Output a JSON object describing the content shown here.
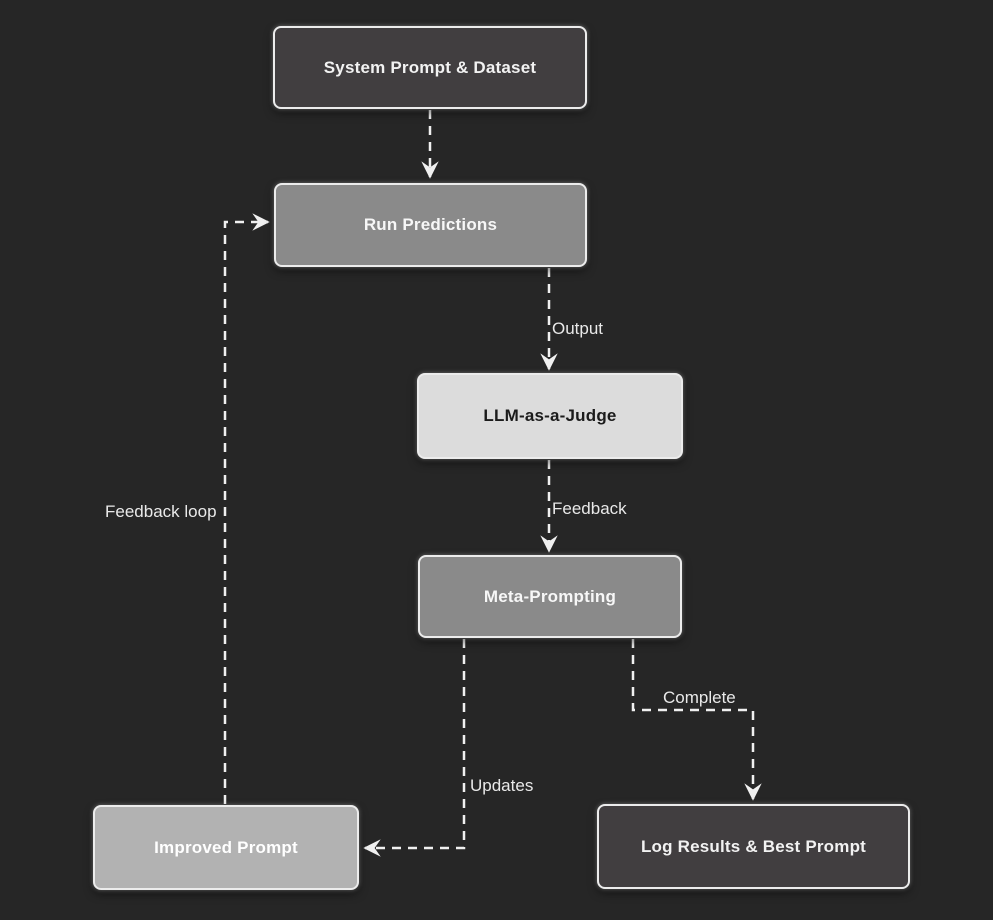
{
  "diagram": {
    "type": "flowchart",
    "background_color": "#262626",
    "edge_color": "#f0f0f0",
    "edge_style": "dashed",
    "nodes": [
      {
        "id": "system-prompt-dataset",
        "label": "System Prompt & Dataset",
        "fill": "#413e40",
        "text_color": "#f2f2f2"
      },
      {
        "id": "run-predictions",
        "label": "Run Predictions",
        "fill": "#8a8a8a",
        "text_color": "#f7f7f7"
      },
      {
        "id": "llm-as-a-judge",
        "label": "LLM-as-a-Judge",
        "fill": "#dcdcdc",
        "text_color": "#1b1b1b"
      },
      {
        "id": "meta-prompting",
        "label": "Meta-Prompting",
        "fill": "#8a8a8a",
        "text_color": "#f7f7f7"
      },
      {
        "id": "improved-prompt",
        "label": "Improved Prompt",
        "fill": "#b2b2b2",
        "text_color": "#ffffff"
      },
      {
        "id": "log-results-best-prompt",
        "label": "Log Results & Best Prompt",
        "fill": "#413e40",
        "text_color": "#f2f2f2"
      }
    ],
    "edges": [
      {
        "from": "system-prompt-dataset",
        "to": "run-predictions",
        "label": ""
      },
      {
        "from": "run-predictions",
        "to": "llm-as-a-judge",
        "label": "Output"
      },
      {
        "from": "llm-as-a-judge",
        "to": "meta-prompting",
        "label": "Feedback"
      },
      {
        "from": "meta-prompting",
        "to": "improved-prompt",
        "label": "Updates"
      },
      {
        "from": "improved-prompt",
        "to": "run-predictions",
        "label": "Feedback loop"
      },
      {
        "from": "meta-prompting",
        "to": "log-results-best-prompt",
        "label": "Complete"
      }
    ]
  }
}
